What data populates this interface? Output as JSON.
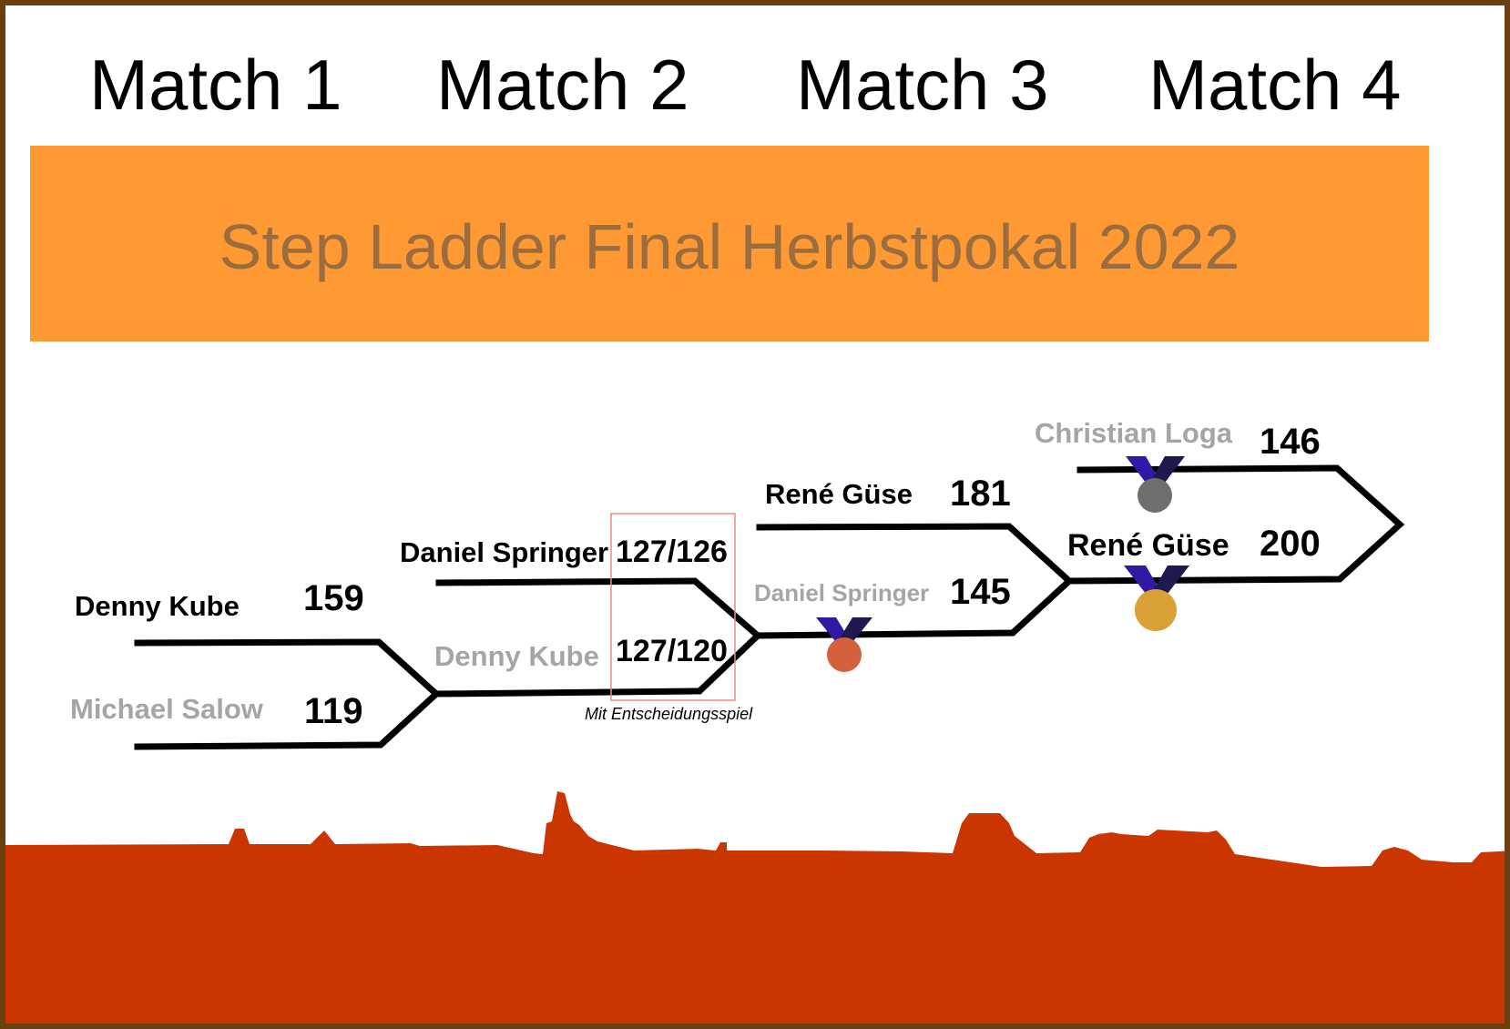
{
  "matches": [
    "Match 1",
    "Match 2",
    "Match 3",
    "Match 4"
  ],
  "title": "Step Ladder Final Herbstpokal 2022",
  "bracket": {
    "match1": {
      "top": {
        "name": "Denny Kube",
        "score": "159"
      },
      "bottom": {
        "name": "Michael Salow",
        "score": "119"
      }
    },
    "match2": {
      "top": {
        "name": "Daniel Springer",
        "score": "127/126"
      },
      "bottom": {
        "name": "Denny Kube",
        "score": "127/120"
      },
      "note": "Mit Entscheidungsspiel"
    },
    "match3": {
      "top": {
        "name": "René Güse",
        "score": "181"
      },
      "bottom": {
        "name": "Daniel Springer",
        "score": "145"
      }
    },
    "match4": {
      "top": {
        "name": "Christian Loga",
        "score": "146"
      },
      "bottom": {
        "name": "René Güse",
        "score": "200"
      }
    }
  },
  "medals": [
    {
      "place": "bronze",
      "color": "#d4603c"
    },
    {
      "place": "silver",
      "color": "#6e6e6e"
    },
    {
      "place": "gold",
      "color": "#d9a035"
    }
  ],
  "colors": {
    "banner": "#fe9933",
    "title_text": "#9b6c3e",
    "skyline": "#cb3500",
    "frame": "#6b3f10",
    "winner_text": "#000000",
    "loser_text": "#a5a5a5",
    "ribbon": "#2f1aa5"
  }
}
